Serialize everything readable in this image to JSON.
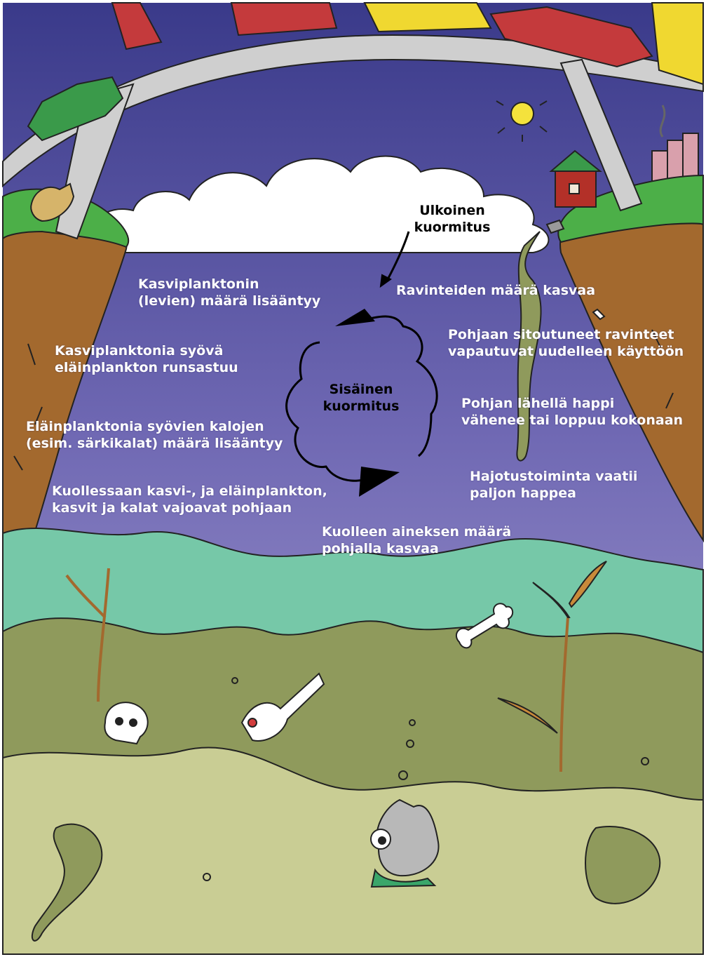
{
  "diagram": {
    "external_load": "Ulkoinen\nkuormitus",
    "internal_load": "Sisäinen\nkuormitus",
    "steps": [
      "Ravinteiden määrä kasvaa",
      "Kasviplanktonin\n(levien) määrä lisääntyy",
      "Kasviplanktonia syövä\neläinplankton runsastuu",
      "Eläinplanktonia syövien kalojen\n(esim. särkikalat) määrä lisääntyy",
      "Kuollessaan kasvi-, ja eläinplankton,\nkasvit ja kalat vajoavat pohjaan",
      "Kuolleen aineksen määrä\npohjalla kasvaa",
      "Hajotustoiminta vaatii\npaljon happea",
      "Pohjan lähellä happi\nvähenee tai loppuu kokonaan",
      "Pohjaan sitoutuneet ravinteet\nvapautuvat uudelleen käyttöön"
    ]
  },
  "colors": {
    "sky_top": "#3c3c8c",
    "water_bottom": "#a49cd0",
    "sediment": "#8f9a5c",
    "sediment_light": "#c9cd94",
    "ground_green": "#4caf48",
    "algae": "#76c8a8"
  },
  "icons": [
    "cloud",
    "sun",
    "bridge",
    "car",
    "cow",
    "house",
    "factory",
    "fish-skeleton",
    "skull",
    "bone",
    "fish",
    "cycle-arrow"
  ]
}
